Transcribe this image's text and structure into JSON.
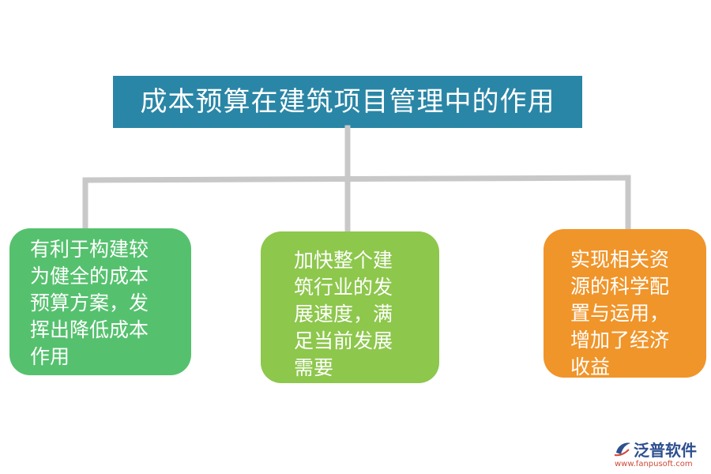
{
  "title": "成本预算在建筑项目管理中的作用",
  "boxes": [
    {
      "text": "有利于构建较\n为健全的成本\n预算方案，发\n挥出降低成本\n作用",
      "color": "#55c16e"
    },
    {
      "text": "加快整个建\n筑行业的发\n展速度，满\n足当前发展\n需要",
      "color": "#8dc74c"
    },
    {
      "text": "实现相关资\n源的科学配\n置与运用，\n增加了经济\n收益",
      "color": "#f0952a"
    }
  ],
  "colors": {
    "title_bg": "#2a86a6",
    "connector": "#c8c8c8"
  },
  "watermark": {
    "name": "泛普软件",
    "url": "www.fanpusoft.com",
    "icon": "fanpu-logo-icon"
  }
}
